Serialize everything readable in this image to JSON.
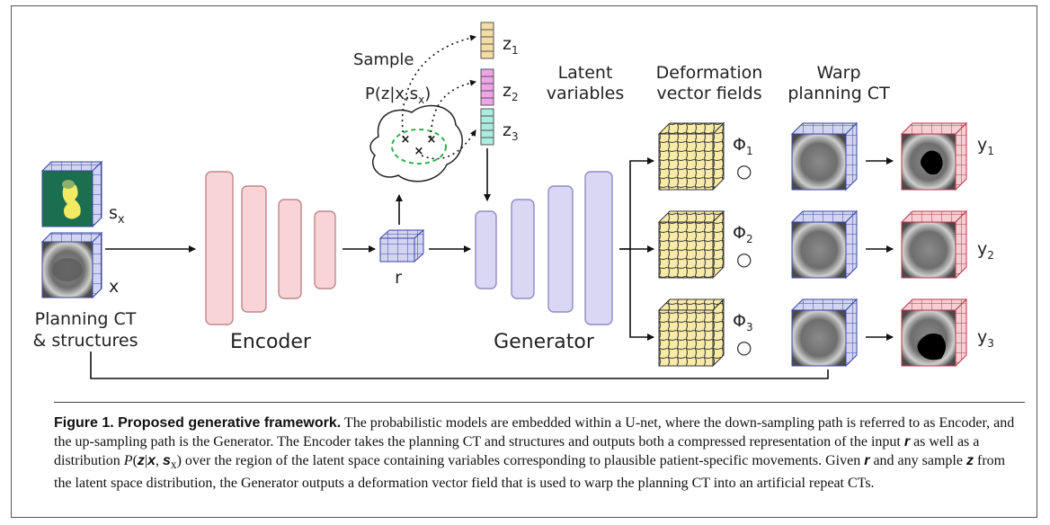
{
  "diagram": {
    "input_seg_label": "s",
    "input_seg_sub": "x",
    "input_ct_label": "x",
    "input_caption_line1": "Planning CT",
    "input_caption_line2": "& structures",
    "encoder_label": "Encoder",
    "generator_label": "Generator",
    "r_label": "r",
    "sample_label": "Sample",
    "dist_label": "P(z|x,s",
    "dist_sub": "x",
    "dist_close": ")",
    "z_labels": [
      {
        "base": "z",
        "sub": "1"
      },
      {
        "base": "z",
        "sub": "2"
      },
      {
        "base": "z",
        "sub": "3"
      }
    ],
    "latent_header_line1": "Latent",
    "latent_header_line2": "variables",
    "dvf_header_line1": "Deformation",
    "dvf_header_line2": "vector fields",
    "warp_header_line1": "Warp",
    "warp_header_line2": "planning CT",
    "phi_labels": [
      {
        "base": "Φ",
        "sub": "1"
      },
      {
        "base": "Φ",
        "sub": "2"
      },
      {
        "base": "Φ",
        "sub": "3"
      }
    ],
    "compose_symbol": "○",
    "y_labels": [
      {
        "base": "y",
        "sub": "1"
      },
      {
        "base": "y",
        "sub": "2"
      },
      {
        "base": "y",
        "sub": "3"
      }
    ]
  },
  "caption": {
    "label": "Figure 1. Proposed generative framework.",
    "t1": " The probabilistic models are embedded within a U-net, where the down-sampling path is referred to as Encoder, and the up-sampling path is the Generator. The Encoder takes the planning CT and structures and outputs both a compressed representation of the input ",
    "r": "r",
    "t2": " as well as a distribution ",
    "P": "P",
    "paren_open": "(",
    "z": "z",
    "bar": "|",
    "x": "x",
    "comma": ", ",
    "s": "s",
    "s_sub": "x",
    "paren_close": ")",
    "t3": " over the region of the latent space containing variables corresponding to plausible patient-specific movements. Given ",
    "r2": "r",
    "t4": " and any sample ",
    "z2": "z",
    "t5": " from the latent space distribution, the Generator outputs a deformation vector field that is used to warp the planning CT into an artificial repeat CTs."
  },
  "colors": {
    "encoder_fill": "#f9d4d6",
    "encoder_stroke": "#c0868b",
    "generator_fill": "#d9d7f4",
    "generator_stroke": "#8f8cc4",
    "dvf_fill": "#f8eba7",
    "ct_grid_blue": "#3946a6",
    "ct_grid_red": "#b83a4a",
    "seg_green": "#1b6e4f",
    "seg_yellow": "#f2ea63",
    "z1_fill": "#f4dca4",
    "z2_fill": "#f0a4e8",
    "z3_fill": "#a9ece0",
    "dist_ellipse": "#2bb24c"
  }
}
